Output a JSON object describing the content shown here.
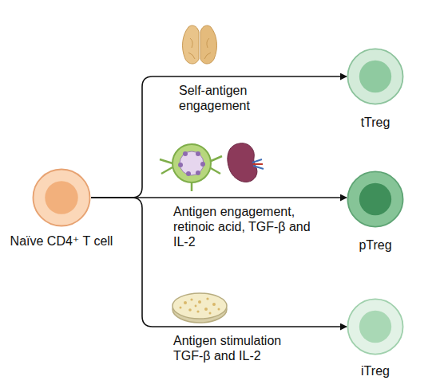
{
  "diagram": {
    "nodes": [
      {
        "text": [
          "Naïve CD4⁺ T cell"
        ]
      },
      {
        "text": [
          "tTreg"
        ]
      },
      {
        "text": [
          "pTreg"
        ]
      },
      {
        "text": [
          "iTreg"
        ]
      }
    ],
    "edges": [
      {
        "from": 0,
        "to": 1,
        "arrow": "to",
        "label": "Self-antigen engagement"
      },
      {
        "from": 0,
        "to": 2,
        "arrow": "to",
        "label": "Antigen engagement, retinoic acid, TGF-β and IL-2"
      },
      {
        "from": 0,
        "to": 3,
        "arrow": "to",
        "label": "Antigen stimulation TGF-β and IL-2"
      }
    ]
  }
}
